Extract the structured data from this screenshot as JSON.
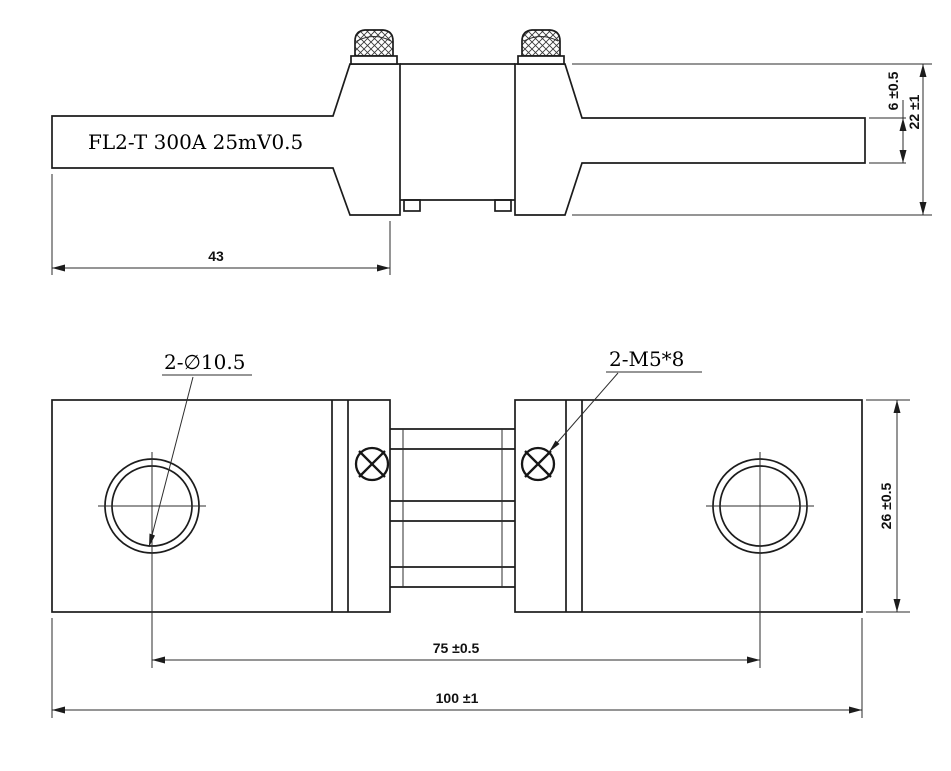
{
  "page": {
    "background": "#ffffff",
    "line_color": "#1c1c1c"
  },
  "side_view": {
    "part_label": "FL2-T 300A 25mV0.5",
    "dimensions": {
      "arm_length": "43",
      "arm_thickness": "6 ±0.5",
      "overall_height": "22 ±1"
    }
  },
  "plan_view": {
    "labels": {
      "holes": "2-∅10.5",
      "screws": "2-M5*8"
    },
    "dimensions": {
      "body_width": "26 ±0.5",
      "hole_spacing": "75 ±0.5",
      "overall_length": "100 ±1"
    }
  }
}
